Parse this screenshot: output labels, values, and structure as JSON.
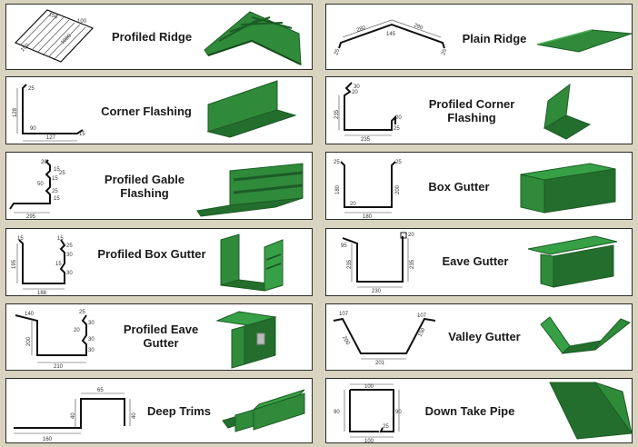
{
  "colors": {
    "background": "#d8d4bf",
    "product_green": "#2f8a3a",
    "card_border": "#2c2c2c"
  },
  "products": [
    {
      "title": "Profiled Ridge",
      "dims": [
        "150",
        "1000",
        "150",
        "100"
      ]
    },
    {
      "title": "Plain Ridge",
      "dims": [
        "280",
        "145",
        "280",
        "25",
        "25"
      ]
    },
    {
      "title": "Corner Flashing",
      "dims": [
        "25",
        "128",
        "90",
        "127",
        "15"
      ]
    },
    {
      "title": "Profiled Corner Flashing",
      "dims": [
        "30",
        "20",
        "235",
        "235",
        "20",
        "25"
      ]
    },
    {
      "title": "Profiled Gable Flashing",
      "dims": [
        "20",
        "15",
        "25",
        "15",
        "50",
        "25",
        "15",
        "295"
      ]
    },
    {
      "title": "Box Gutter",
      "dims": [
        "25",
        "180",
        "20",
        "25",
        "200",
        "180"
      ]
    },
    {
      "title": "Profiled Box Gutter",
      "dims": [
        "15",
        "195",
        "15",
        "25",
        "30",
        "15",
        "30",
        "188"
      ]
    },
    {
      "title": "Eave Gutter",
      "dims": [
        "95",
        "235",
        "20",
        "235",
        "230"
      ]
    },
    {
      "title": "Profiled Eave Gutter",
      "dims": [
        "140",
        "200",
        "25",
        "30",
        "20",
        "30",
        "30",
        "210"
      ]
    },
    {
      "title": "Valley Gutter",
      "dims": [
        "107",
        "200",
        "107",
        "150",
        "201"
      ]
    },
    {
      "title": "Deep Trims",
      "dims": [
        "65",
        "40",
        "40",
        "160"
      ]
    },
    {
      "title": "Down Take Pipe",
      "dims": [
        "100",
        "90",
        "90",
        "100",
        "25"
      ]
    }
  ]
}
